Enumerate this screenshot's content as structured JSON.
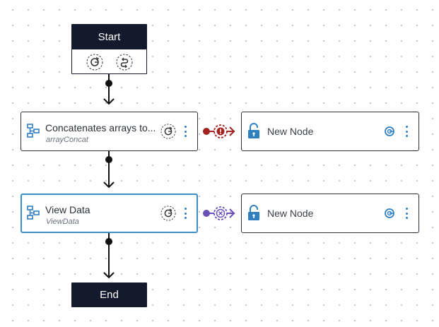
{
  "flow": {
    "start": {
      "label": "Start",
      "icons": [
        "cycle-icon",
        "loop-icon"
      ]
    },
    "end": {
      "label": "End"
    },
    "nodes": [
      {
        "title": "Concatenates arrays to...",
        "subtitle": "arrayConcat",
        "selected": false,
        "branch_type": "error",
        "branch_color": "#a32222"
      },
      {
        "title": "View Data",
        "subtitle": "ViewData",
        "selected": true,
        "branch_type": "cancel",
        "branch_color": "#6a4fb8"
      }
    ],
    "placeholders": [
      {
        "title": "New Node"
      },
      {
        "title": "New Node"
      }
    ]
  },
  "colors": {
    "terminal_bg": "#121a2c",
    "accent_blue": "#2f7fc1",
    "selected_border": "#3a8fc8",
    "error_red": "#a32222",
    "cancel_purple": "#6a4fb8"
  }
}
